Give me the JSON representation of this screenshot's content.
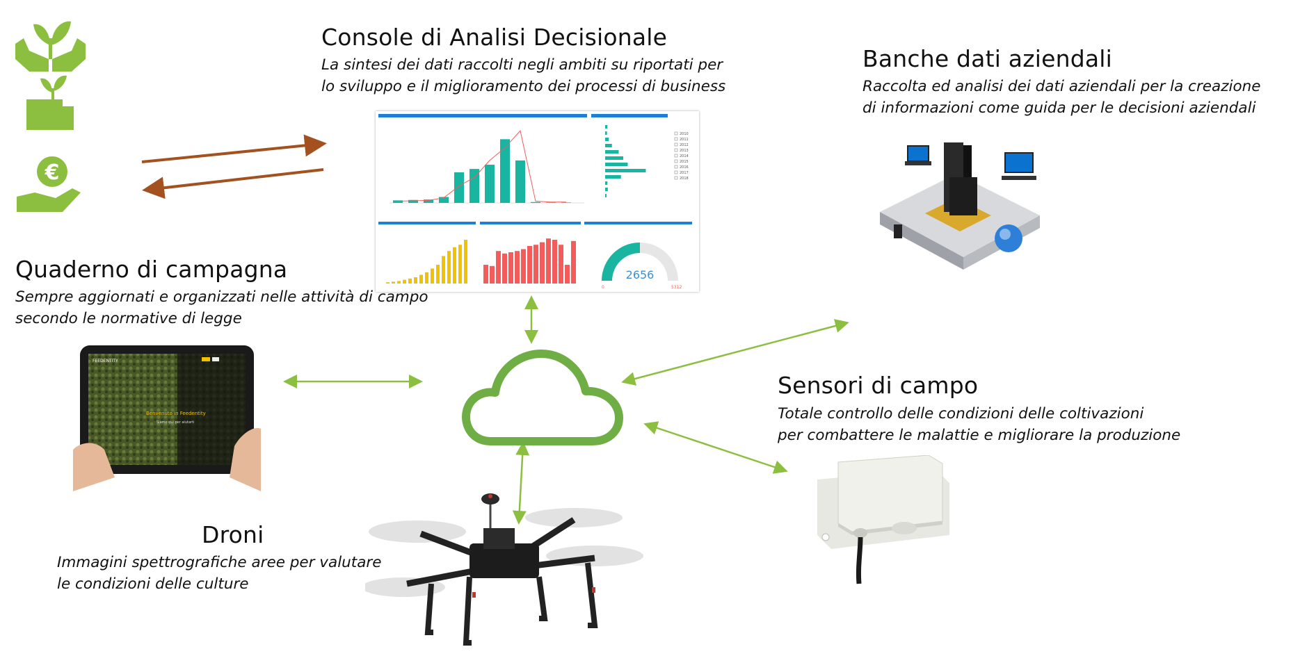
{
  "colors": {
    "accent_green": "#8cbf3f",
    "brown_arrow": "#a3521f",
    "cloud_green": "#6fae45",
    "teal": "#1ab5a0",
    "gold": "#f2c200",
    "red": "#f45c5c",
    "blue_header": "#1e7fd6"
  },
  "console": {
    "title": "Console di Analisi Decisionale",
    "desc_line1": "La sintesi dei dati raccolti negli ambiti su riportati per",
    "desc_line2": "lo sviluppo e il miglioramento dei processi di business"
  },
  "banche": {
    "title": "Banche dati aziendali",
    "desc_line1": "Raccolta ed analisi dei dati aziendali per la creazione",
    "desc_line2": "di informazioni come guida per le decisioni aziendali"
  },
  "quaderno": {
    "title": "Quaderno di campagna",
    "desc_line1": "Sempre aggiornati e organizzati nelle attività di campo",
    "desc_line2": "secondo le normative di legge"
  },
  "sensori": {
    "title": "Sensori di campo",
    "desc_line1": "Totale controllo delle condizioni delle coltivazioni",
    "desc_line2": "per combattere le malattie e migliorare la produzione"
  },
  "droni": {
    "title": "Droni",
    "desc_line1": "Immagini spettrografiche aree per valutare",
    "desc_line2": "le condizioni delle culture"
  },
  "dashboard": {
    "gauge_value": "2656",
    "gauge_min": "0",
    "gauge_max": "5312",
    "bar_values": [
      30,
      35,
      40,
      70,
      360,
      400,
      450,
      750,
      500,
      10,
      5,
      5
    ],
    "line_values": [
      20,
      25,
      30,
      60,
      200,
      300,
      500,
      650,
      850,
      20,
      10,
      10
    ],
    "year_list": [
      "2010",
      "2011",
      "2012",
      "2013",
      "2014",
      "2015",
      "2016",
      "2017",
      "2018"
    ],
    "hbar_values": [
      5,
      4,
      8,
      15,
      30,
      40,
      50,
      90,
      35,
      5,
      6,
      3
    ],
    "gold_values": [
      2,
      3,
      4,
      6,
      8,
      10,
      14,
      18,
      24,
      30,
      44,
      52,
      58,
      62,
      70
    ],
    "red_values": [
      30,
      28,
      52,
      48,
      50,
      52,
      55,
      60,
      62,
      66,
      72,
      70,
      62,
      30,
      68
    ]
  },
  "tablet": {
    "brand": "FEEDENTITY",
    "welcome": "Benvenuto in Feedentity",
    "sub": "Siamo qui per aiutarti"
  }
}
